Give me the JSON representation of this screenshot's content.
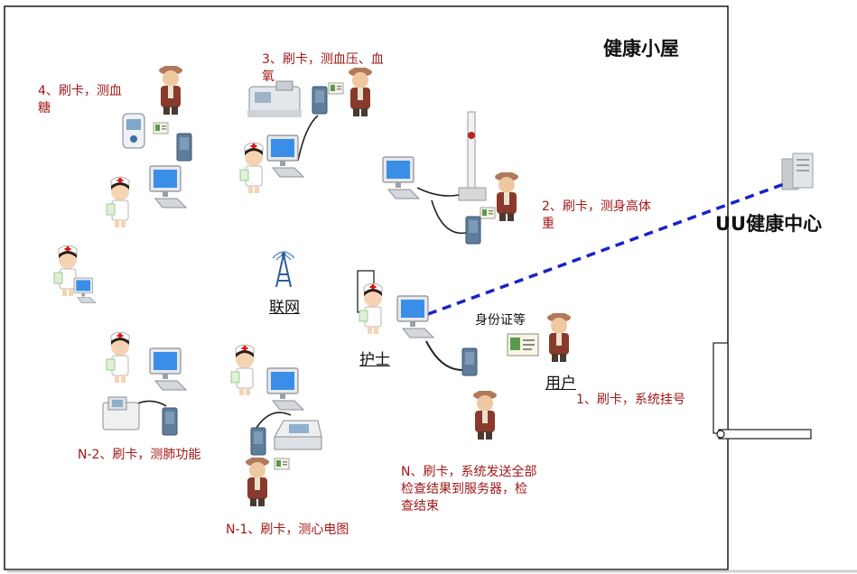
{
  "house": {
    "title": "健康小屋"
  },
  "center": {
    "title": "UU健康中心"
  },
  "steps": {
    "s1": "1、刷卡，系统挂号",
    "s2": "2、刷卡，测身高体\n重",
    "s3": "3、刷卡，测血压、血\n氧",
    "s4": "4、刷卡，测血\n糖",
    "n2": "N-2、刷卡，测肺功能",
    "n1": "N-1、刷卡，测心电图",
    "n": "N、刷卡，系统发送全部\n检查结果到服务器，检\n查结束"
  },
  "labels": {
    "network": "联网",
    "nurse": "护士",
    "user": "用户",
    "idcard": "身份证等"
  },
  "colors": {
    "step_text": "#a01818",
    "link_dash": "#1a22c8",
    "monitor_screen": "#3a8ee8",
    "elder_jacket": "#8a3a2a",
    "nurse_cross": "#e01010"
  },
  "icons": [
    "server-icon",
    "computer-icon",
    "card-reader-icon",
    "elderly-user-icon",
    "nurse-icon",
    "antenna-icon",
    "id-card-icon",
    "glucometer-icon",
    "bp-monitor-icon",
    "height-scale-icon",
    "spirometer-icon",
    "ecg-machine-icon",
    "door-icon"
  ]
}
